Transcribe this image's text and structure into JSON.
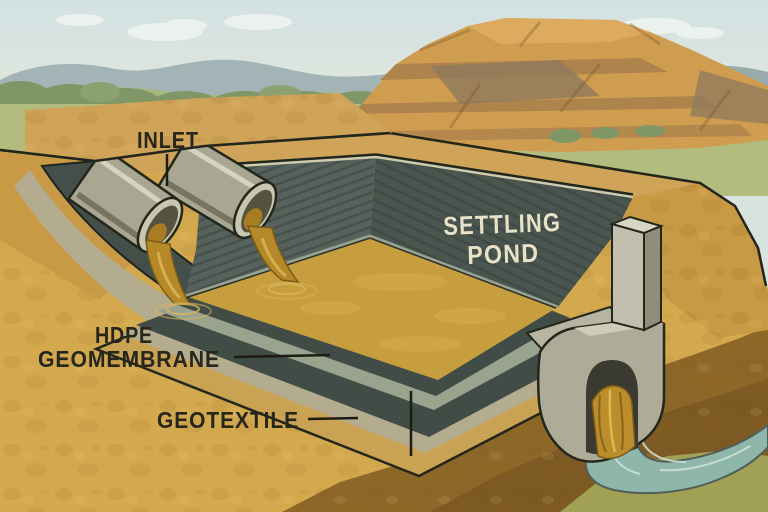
{
  "scene": {
    "description": "Cross-section illustration of a mining settling pond lined with an HDPE geomembrane over geotextile; inlet pipes discharge muddy water, outlet weir releases clarified water",
    "labels": {
      "inlet": "INLET",
      "pond_line1": "SETTLING",
      "pond_line2": "POND",
      "membrane_line1": "HDPE",
      "membrane_line2": "GEOMEMBRANE",
      "geotextile": "GEOTEXTILE"
    },
    "colors": {
      "sky": "#d5e2e3",
      "cloud": "#eef3ee",
      "far_hills": "#a2b4b6",
      "hill_green": "#a9b77c",
      "tree_green": "#7f9766",
      "field_green": "#b2bc7e",
      "road_tan": "#d6bc82",
      "pile_orange": "#cf9d4f",
      "pile_light": "#dcab60",
      "pile_shadow": "#a87f4b",
      "pile_gray": "#8f795c",
      "earth_gold": "#d4a94e",
      "earth_cut": "#c89a45",
      "berm_tan": "#cfa358",
      "pit_brown": "#8d6728",
      "pit_deep": "#7a5822",
      "grass_olive": "#a1a155",
      "wall_light": "#57625c",
      "wall_dark": "#4a554f",
      "membrane_dark": "#414c46",
      "liner_gray_green": "#9aa38e",
      "geotextile_tan": "#b4ac8e",
      "water_muddy": "#c79e3d",
      "water_swirl": "#d5ae52",
      "stream_muddy": "#b5882a",
      "pipe_concrete": "#a9a692",
      "concrete": "#aeab99",
      "concrete_light": "#c2bfae",
      "concrete_shade": "#908d7b",
      "arch_dark": "#3a3a30",
      "outflow_teal": "#8fb6aa",
      "outflow_streak": "#cfe0d6",
      "label_dark": "#26261c",
      "label_cream": "#e9e2c8",
      "outline": "#23261b"
    }
  }
}
